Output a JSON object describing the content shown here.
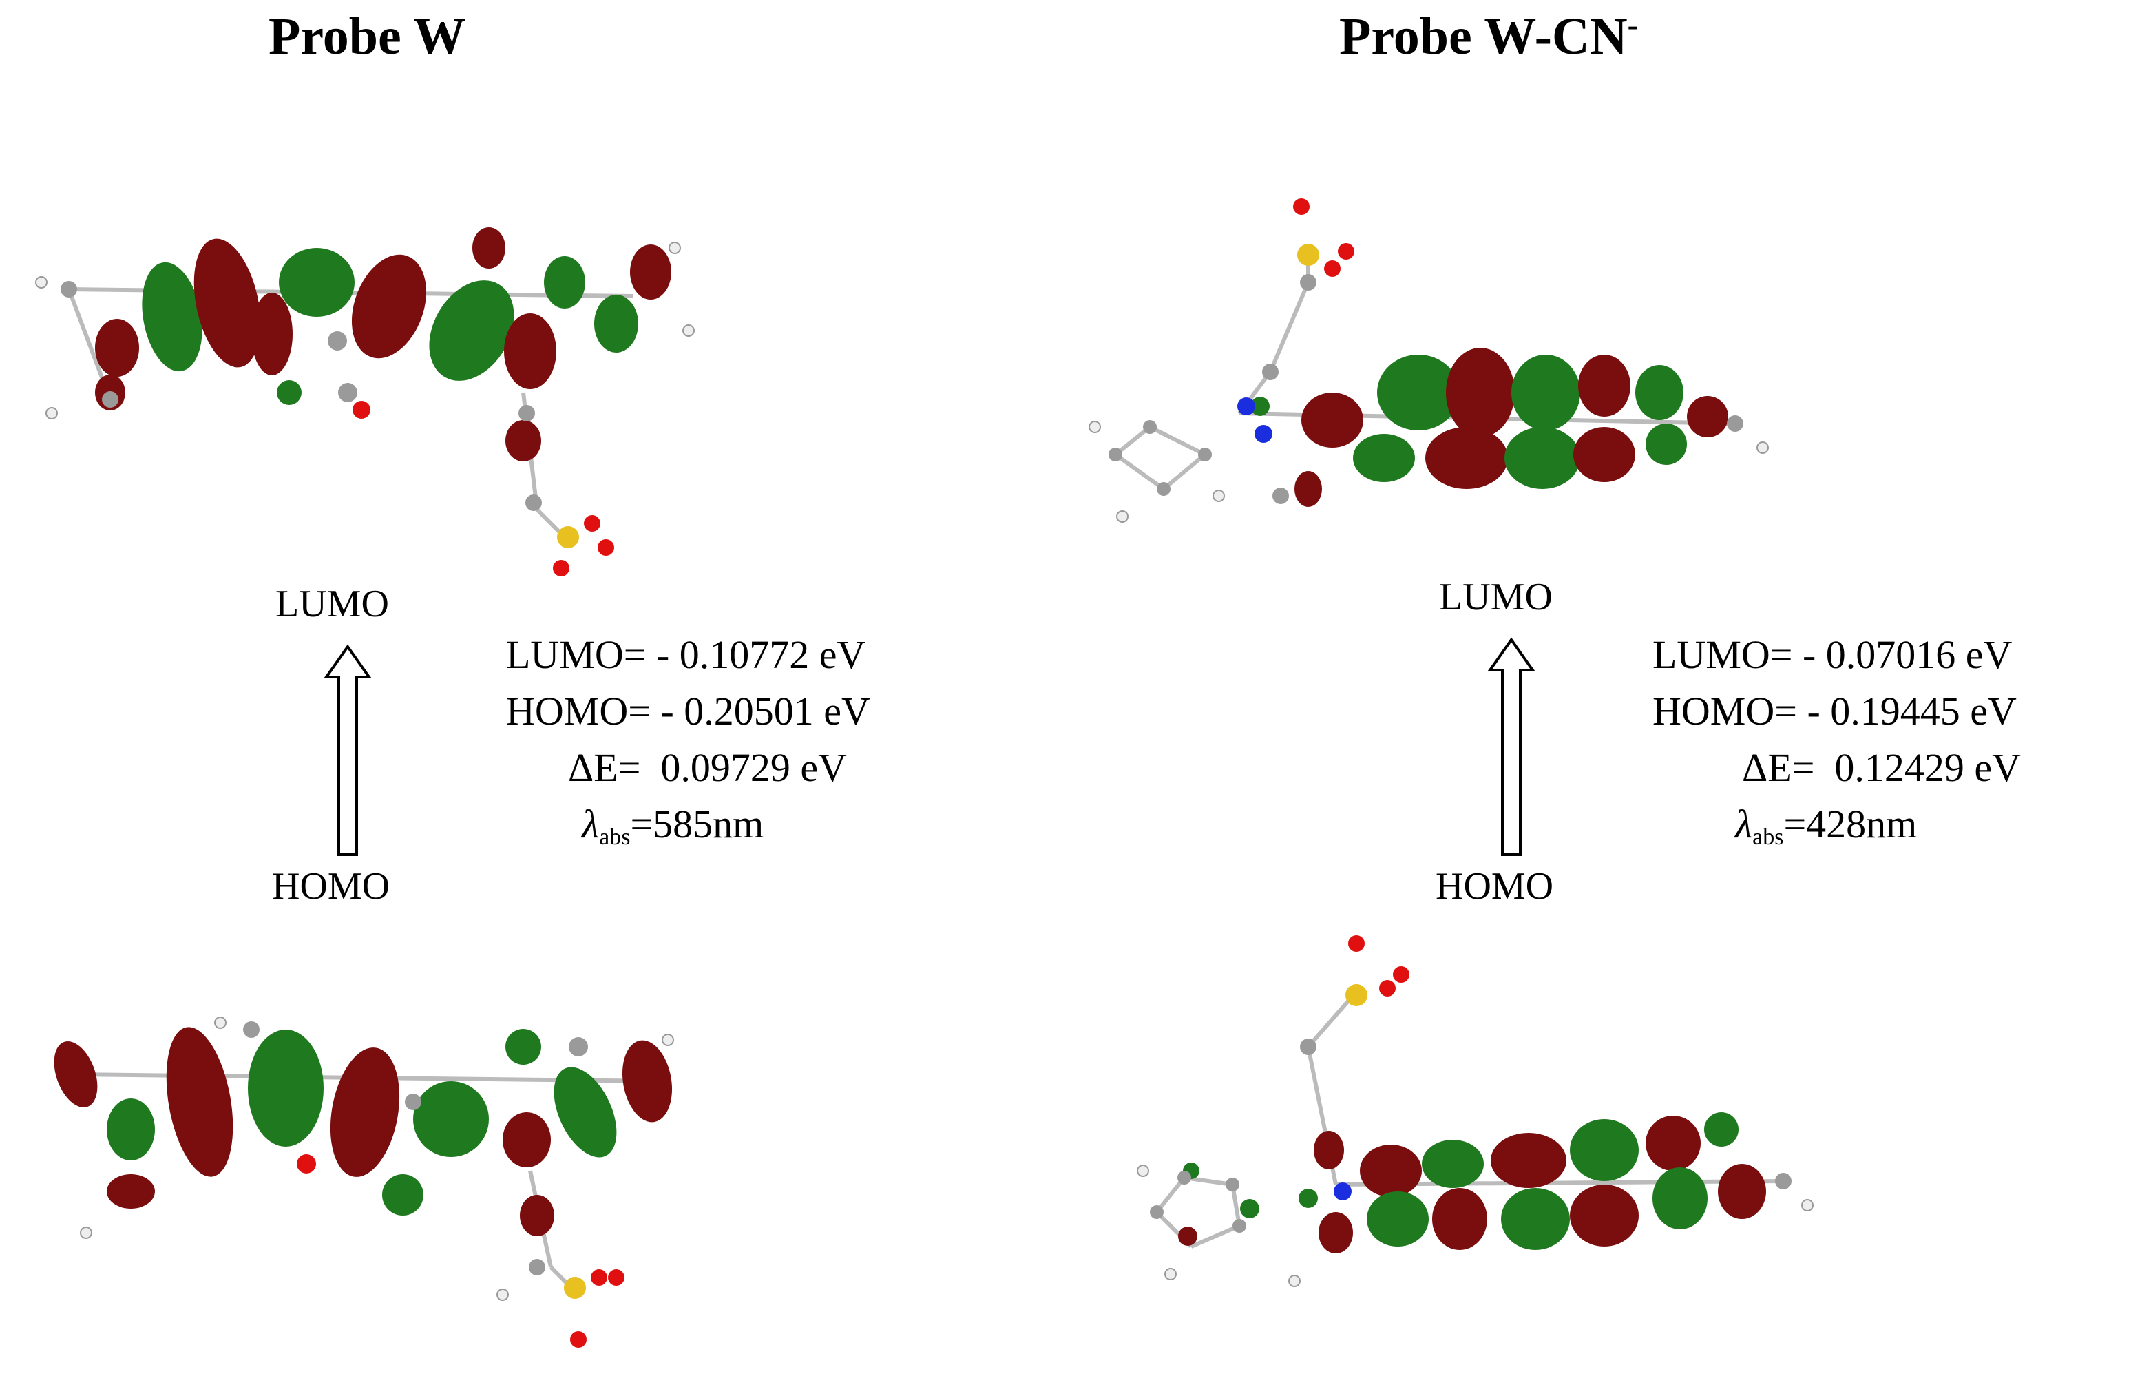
{
  "panels": [
    {
      "title_main": "Probe W",
      "title_sup": "",
      "lumo_label": "LUMO",
      "homo_label": "HOMO",
      "lumo_energy": "LUMO= - 0.10772 eV",
      "homo_energy": "HOMO= - 0.20501 eV",
      "gap": "ΔE=  0.09729 eV",
      "lambda_symbol": "λ",
      "lambda_sub": "abs",
      "lambda_value": "=585nm"
    },
    {
      "title_main": "Probe W-CN",
      "title_sup": "-",
      "lumo_label": "LUMO",
      "homo_label": "HOMO",
      "lumo_energy": "LUMO= - 0.07016 eV",
      "homo_energy": "HOMO= - 0.19445 eV",
      "gap": "ΔE=  0.12429 eV",
      "lambda_symbol": "λ",
      "lambda_sub": "abs",
      "lambda_value": "=428nm"
    }
  ],
  "colors": {
    "orbital_positive": "#7a0d0d",
    "orbital_negative": "#1f7a1f",
    "carbon": "#9a9a9a",
    "hydrogen": "#eeeeee",
    "oxygen": "#e01010",
    "sulfur": "#e8c020",
    "nitrogen": "#1a2ee0"
  },
  "icons": {
    "transition_arrow": "hollow-up-arrow"
  }
}
